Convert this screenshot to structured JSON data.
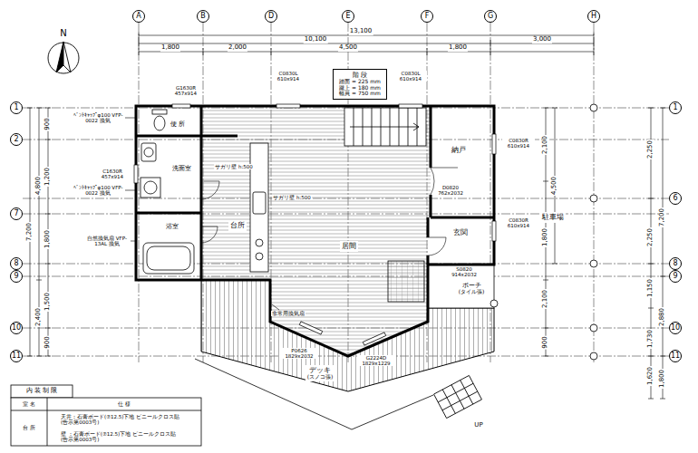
{
  "diagram": {
    "nodes": [
      {
        "text": [
          "A"
        ]
      },
      {
        "text": [
          "B"
        ]
      },
      {
        "text": [
          "D"
        ]
      },
      {
        "text": [
          "E"
        ]
      },
      {
        "text": [
          "F"
        ]
      },
      {
        "text": [
          "G"
        ]
      },
      {
        "text": [
          "H"
        ]
      },
      {
        "text": [
          "1"
        ]
      },
      {
        "text": [
          "2"
        ]
      },
      {
        "text": [
          "7"
        ]
      },
      {
        "text": [
          "8"
        ]
      },
      {
        "text": [
          "9"
        ]
      },
      {
        "text": [
          "10"
        ]
      },
      {
        "text": [
          "11"
        ]
      },
      {
        "text": [
          "1"
        ]
      },
      {
        "text": [
          "6"
        ]
      },
      {
        "text": [
          "8"
        ]
      },
      {
        "text": [
          "9"
        ]
      },
      {
        "text": [
          "10"
        ]
      },
      {
        "text": [
          "11"
        ]
      },
      {
        "text": [
          "階 段",
          "踏面 = 225 mm 蹴上 = 180 mm 幅員 = 750 mm"
        ]
      },
      {
        "text": [
          "便 所"
        ]
      },
      {
        "text": [
          "洗面室"
        ]
      },
      {
        "text": [
          "浴室"
        ]
      },
      {
        "text": [
          "台所"
        ]
      },
      {
        "text": [
          "納戸"
        ]
      },
      {
        "text": [
          "玄関"
        ]
      },
      {
        "text": [
          "居間"
        ]
      },
      {
        "text": [
          "駐車場"
        ]
      },
      {
        "text": [
          "ポーチ",
          "(タイル張)"
        ]
      },
      {
        "text": [
          "デッキ",
          "(スノコ張)"
        ]
      }
    ],
    "labels": [
      "N",
      "13,100",
      "10,100",
      "3,000",
      "1,800",
      "2,000",
      "4,500",
      "1,800",
      "C0830L 610x914",
      "C0830L 610x914",
      "G1630R 457x914",
      "ﾍﾞﾝﾄｷｬｯﾌﾟφ100 VFP-0022 換気",
      "C1630R 457x914",
      "ﾍﾞﾝﾄｷｬｯﾌﾟφ100 VFP-0022 換気",
      "自然換気扇 VFP-13AL 換気",
      "サガリ壁 h:500",
      "サガリ壁 h:500",
      "非常用換気扇",
      "P0626 1829x2032",
      "G2224D 1829x1229",
      "D0820 762x2032",
      "S0820 914x2032",
      "C0830R 610x914",
      "C0830R 610x914",
      "UP",
      "900",
      "1,200",
      "1,800",
      "4,800",
      "7,200",
      "1,500",
      "2,400",
      "900",
      "2,100",
      "4,500",
      "1,800",
      "2,100",
      "900",
      "2,250",
      "2,250",
      "1,150",
      "1,730",
      "1,620",
      "7,200",
      "2,880",
      "1,800",
      "内 装 制 限",
      "室 名",
      "仕 様",
      "台 所",
      "天井：石膏ボード(⑦12.5)下地 ビニールクロス貼(告示第0003号)",
      "壁 ：石膏ボード(⑦12.5)下地 ビニールクロス貼(告示第0003号)"
    ]
  }
}
